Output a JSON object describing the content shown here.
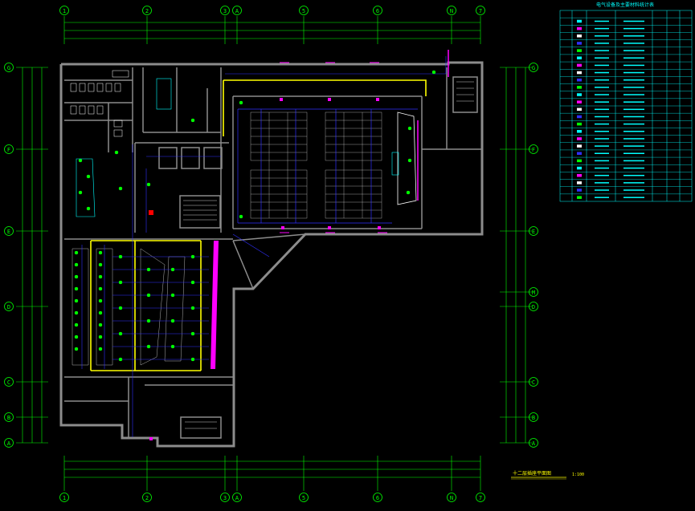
{
  "grid": {
    "top_labels": [
      "1",
      "2",
      "3",
      "A",
      "5",
      "6",
      "N",
      "7"
    ],
    "left_labels": [
      "G",
      "F",
      "E",
      "D",
      "C",
      "B",
      "A"
    ],
    "right_labels": [
      "G",
      "F",
      "E",
      "M",
      "D",
      "C",
      "B",
      "A"
    ],
    "top_dims": [
      "",
      "",
      "",
      "",
      "",
      ""
    ],
    "top_total": "",
    "bottom_total": ""
  },
  "legend": {
    "title": "电气设备及主要材料统计表",
    "header": [
      "",
      "",
      "",
      "",
      "",
      ""
    ],
    "rows": 25
  },
  "rooms": {
    "hall": "",
    "side": "",
    "lower": ""
  },
  "drawing_title": "十二层插座平面图",
  "scale": "1:100",
  "colors": {
    "wall": "#8c8c8c",
    "grid": "#00ff00",
    "yellow": "#ffff00",
    "magenta": "#ff00ff",
    "blue": "#3030ff",
    "cyan": "#00ffff",
    "white": "#ffffff"
  }
}
